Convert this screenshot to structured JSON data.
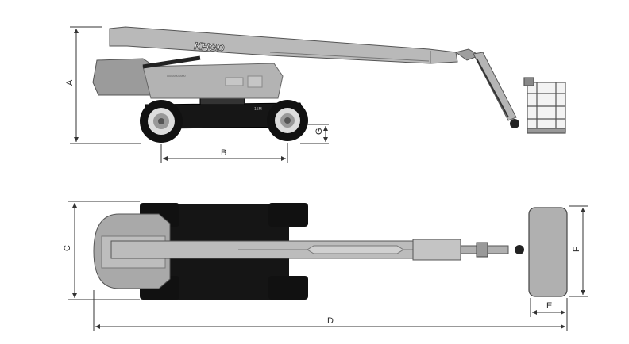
{
  "labels": {
    "a": "A",
    "b": "B",
    "c": "C",
    "d": "D",
    "e": "E",
    "f": "F",
    "g": "G"
  },
  "machine": {
    "brand_logo": "KHGD",
    "model_number": "15M",
    "cab_small_text": "000 0000-0000"
  },
  "colors": {
    "body_grey": "#aaaaaa",
    "boom_grey": "#b8b8b8",
    "dark": "#111111",
    "line": "#333333"
  }
}
